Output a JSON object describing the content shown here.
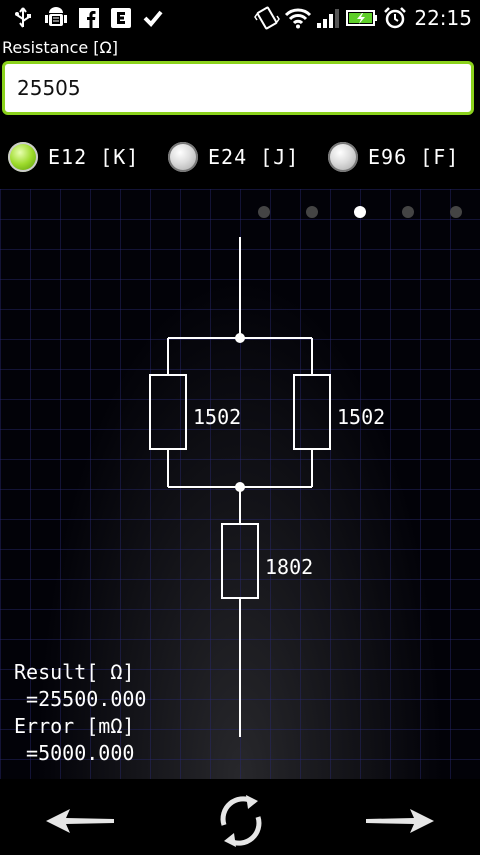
{
  "status": {
    "time": "22:15",
    "icons": [
      "usb-icon",
      "android-debug-icon",
      "facebook-icon",
      "e-app-icon",
      "check-icon",
      "vibrate-icon",
      "wifi-icon",
      "signal-icon",
      "battery-icon",
      "alarm-icon"
    ]
  },
  "resistance": {
    "label": "Resistance [Ω]",
    "value": "25505"
  },
  "series": [
    {
      "label": "E12 [K]",
      "selected": true
    },
    {
      "label": "E24 [J]",
      "selected": false
    },
    {
      "label": "E96 [F]",
      "selected": false
    }
  ],
  "pager": {
    "count": 5,
    "active": 3
  },
  "circuit": {
    "parallel_left": "1502",
    "parallel_right": "1502",
    "series": "1802"
  },
  "result": {
    "label": "Result[ Ω]",
    "value": " =25500.000",
    "error_label": "Error [mΩ]",
    "error_value": " =5000.000"
  },
  "nav": {
    "back": "left-arrow-icon",
    "refresh": "refresh-icon",
    "forward": "right-arrow-icon"
  },
  "colors": {
    "accent": "#8bd21c",
    "background": "#000000"
  }
}
